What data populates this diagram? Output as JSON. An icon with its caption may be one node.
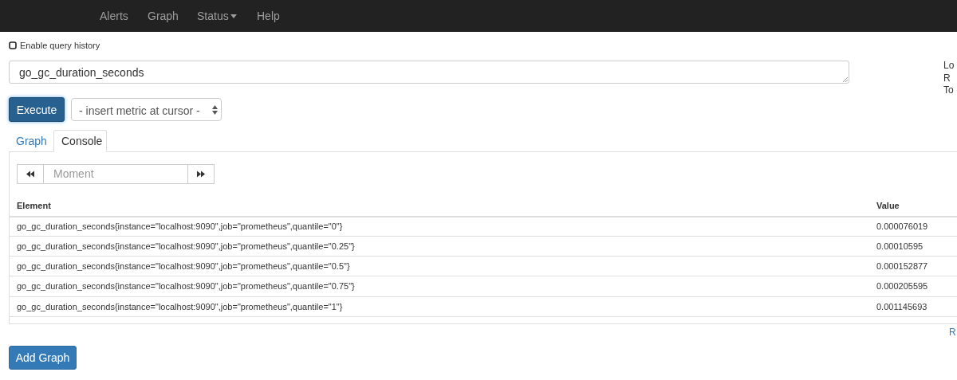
{
  "diagram": {
    "labels": [
      "Alerts",
      "Graph",
      "Status",
      "Help",
      "Enable query history",
      "go_gc_duration_seconds",
      "Lo",
      "R",
      "To",
      "Execute",
      "- insert metric at cursor -",
      "Graph",
      "Console",
      "Moment",
      "Element",
      "Value",
      "go_gc_duration_seconds{instance=\"localhost:9090\",job=\"prometheus\",quantile=\"0\"}",
      "0.000076019",
      "go_gc_duration_seconds{instance=\"localhost:9090\",job=\"prometheus\",quantile=\"0.25\"}",
      "0.00010595",
      "go_gc_duration_seconds{instance=\"localhost:9090\",job=\"prometheus\",quantile=\"0.5\"}",
      "0.000152877",
      "go_gc_duration_seconds{instance=\"localhost:9090\",job=\"prometheus\",quantile=\"0.75\"}",
      "0.000205595",
      "go_gc_duration_seconds{instance=\"localhost:9090\",job=\"prometheus\",quantile=\"1\"}",
      "0.001145693",
      "R",
      "Add Graph"
    ]
  }
}
